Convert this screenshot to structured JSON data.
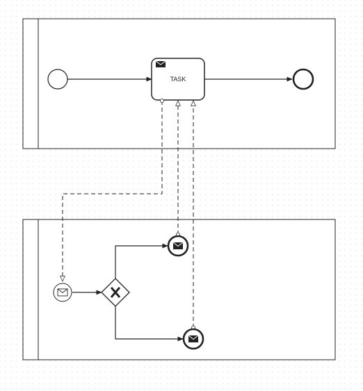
{
  "diagram": {
    "type": "bpmn-collaboration",
    "pool_top": {
      "label": ""
    },
    "pool_bottom": {
      "label": ""
    },
    "task": {
      "label": "TASK",
      "marker": "envelope-icon"
    },
    "start_event": {
      "kind": "none-start-event"
    },
    "end_event": {
      "kind": "none-end-event"
    },
    "message_start_event": {
      "kind": "message-start-event",
      "icon": "envelope-icon"
    },
    "gateway": {
      "kind": "exclusive-gateway",
      "icon": "x-icon"
    },
    "end_event_message_1": {
      "kind": "message-end-event",
      "icon": "envelope-icon"
    },
    "end_event_message_2": {
      "kind": "message-end-event",
      "icon": "envelope-icon"
    },
    "colors": {
      "stroke": "#222222",
      "fill": "#ffffff",
      "background_dots": "#cfcfcf"
    }
  }
}
